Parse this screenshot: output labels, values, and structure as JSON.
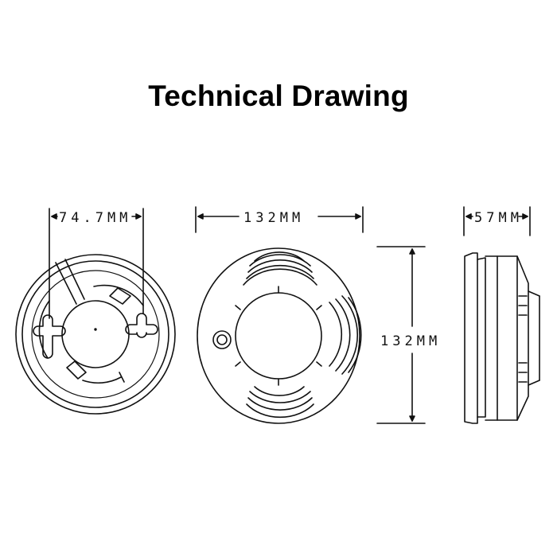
{
  "title": "Technical Drawing",
  "dimensions": {
    "base_mount": "74.7MM",
    "front_width": "132MM",
    "front_height": "132MM",
    "side_depth": "57MM"
  },
  "colors": {
    "line": "#111111",
    "background": "#ffffff"
  }
}
